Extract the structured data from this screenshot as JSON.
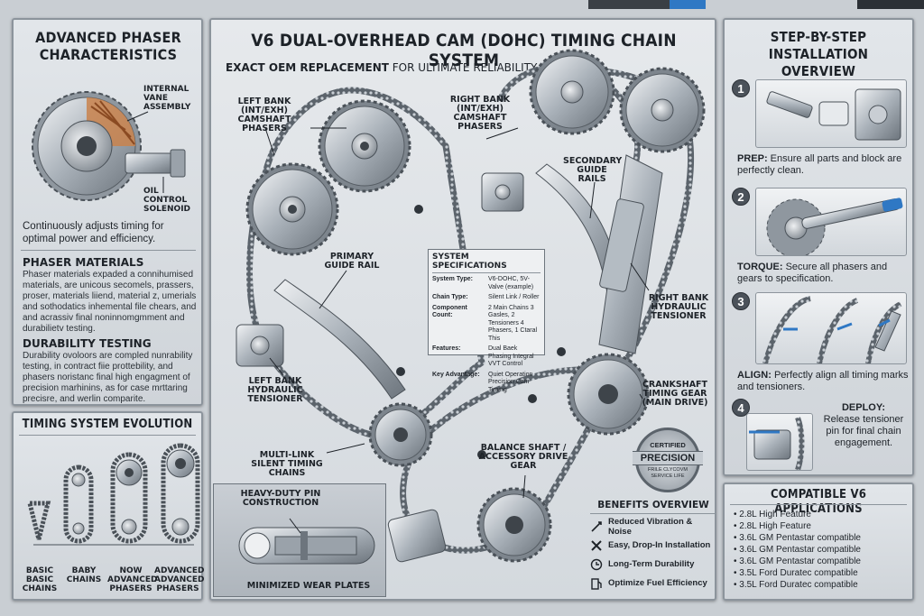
{
  "header": {
    "title": "V6 DUAL-OVERHEAD CAM (DOHC) TIMING CHAIN SYSTEM",
    "subtitle_bold": "EXACT OEM REPLACEMENT",
    "subtitle_rest": " FOR ULTIMATE RELIABILITY."
  },
  "left_panel": {
    "heading": "ADVANCED PHASER CHARACTERISTICS",
    "callouts": {
      "vane": "INTERNAL VANE ASSEMBLY",
      "solenoid": "OIL CONTROL SOLENOID"
    },
    "summary": "Continuously adjusts timing for optimal power and efficiency.",
    "materials_title": "PHASER MATERIALS",
    "materials_text": "Phaser materials expaded a connihumised materials, are unicous secomels, prassers, proser, materials liiend, material z, umerials and sothodatics inhemental file chears, and and acrassiv final noninnomgmment and durabilietv testing.",
    "durability_title": "DURABILITY TESTING",
    "durability_text": "Durability ovoloors are compled nunrability testing, in contract fiie prottebility, and phasers noristanc final high engagment of precision marhinins, as for case mrttaring precisre, and werlin comparite."
  },
  "evolution": {
    "heading": "TIMING SYSTEM EVOLUTION",
    "items": [
      {
        "label": "BASIC BASIC CHAINS"
      },
      {
        "label": "BABY CHAINS"
      },
      {
        "label": "NOW ADVANCED PHASERS"
      },
      {
        "label": "ADVANCED ADVANCED PHASERS"
      }
    ]
  },
  "diagram": {
    "labels": {
      "left_phasers": "LEFT BANK (INT/EXH) CAMSHAFT PHASERS",
      "right_phasers": "RIGHT BANK (INT/EXH) CAMSHAFT PHASERS",
      "secondary": "SECONDARY GUIDE RAILS",
      "primary": "PRIMARY GUIDE RAIL",
      "right_tensioner": "RIGHT BANK HYDRAULIC TENSIONER",
      "left_tensioner": "LEFT BANK HYDRAULIC TENSIONER",
      "crank": "CRANKSHAFT TIMING GEAR (MAIN DRIVE)",
      "multilink": "MULTI-LINK SILENT TIMING CHAINS",
      "balance": "BALANCE SHAFT / ACCESSORY DRIVE GEAR"
    },
    "specs": {
      "heading": "SYSTEM SPECIFICATIONS",
      "rows": [
        {
          "key": "System Type:",
          "value": "V6-DOHC, 5V-Valve (example)"
        },
        {
          "key": "Chain Type:",
          "value": "Silent Link / Roller"
        },
        {
          "key": "Component Count:",
          "value": "2 Main Chains 3 Gasles, 2 Tensioners 4 Phasers, 1 Ctaral This"
        },
        {
          "key": "Features:",
          "value": "Dual Baek Phasing Integral VVT Control"
        },
        {
          "key": "Key Advantage:",
          "value": "Quiet Operation Precision Cam Timing"
        }
      ]
    },
    "pin_inset": {
      "top": "HEAVY-DUTY PIN CONSTRUCTION",
      "bottom": "MINIMIZED WEAR PLATES"
    },
    "badge": {
      "top": "CERTIFIED",
      "main": "PRECISION",
      "bottom": "FRILE CLYCOVM SERVICE LIFE"
    }
  },
  "benefits": {
    "heading": "BENEFITS OVERVIEW",
    "items": [
      {
        "icon": "vibration-icon",
        "label": "Reduced Vibration & Noise"
      },
      {
        "icon": "tools-icon",
        "label": "Easy, Drop-In Installation"
      },
      {
        "icon": "clock-icon",
        "label": "Long-Term Durability"
      },
      {
        "icon": "fuel-icon",
        "label": "Optimize Fuel Efficiency"
      }
    ]
  },
  "install": {
    "heading": "STEP-BY-STEP INSTALLATION OVERVIEW",
    "steps": [
      {
        "num": "1",
        "bold": "PREP:",
        "text": " Ensure all parts and block are perfectly clean."
      },
      {
        "num": "2",
        "bold": "TORQUE:",
        "text": " Secure all phasers and gears to specification."
      },
      {
        "num": "3",
        "bold": "ALIGN:",
        "text": " Perfectly align all timing marks and tensioners."
      },
      {
        "num": "4",
        "bold": "DEPLOY:",
        "text": "Release tensioner pin for final chain engagement."
      }
    ]
  },
  "compat": {
    "heading": "COMPATIBLE V6 APPLICATIONS",
    "items": [
      "2.8L High Feature",
      "2.8L High Feature",
      "3.6L GM Pentastar compatible",
      "3.6L GM Pentastar compatible",
      "3.6L GM Pentastar compatible",
      "3.5L Ford Duratec compatible",
      "3.5L Ford Duratec compatible"
    ]
  },
  "colors": {
    "panel_bg": "#d8dde2",
    "accent_blue": "#2f78c4",
    "dark": "#1d2228",
    "steel": "#9aa3ab"
  }
}
